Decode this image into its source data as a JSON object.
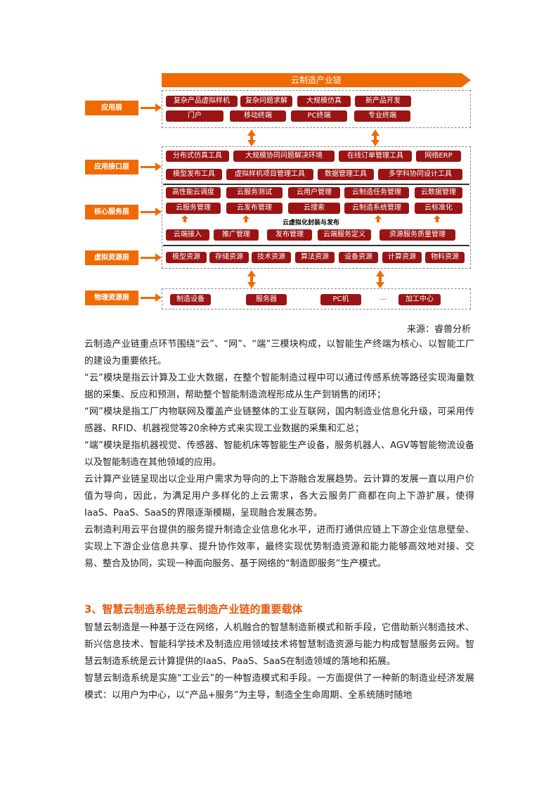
{
  "diagram": {
    "banner": "云制造产业链",
    "layers": {
      "application": "应用层",
      "interface": "应用接口层",
      "core": "核心服务层",
      "virtual": "虚拟资源层",
      "physical": "物理资源层"
    },
    "app_row1": [
      "复杂产品虚拟样机",
      "复杂问题求解",
      "大规模仿真",
      "新产品开发"
    ],
    "app_row2": [
      "门户",
      "移动终端",
      "PC终端",
      "专业终端"
    ],
    "iface_row1": [
      "分布式仿真工具",
      "大规模协同问题解决环境",
      "在线订单管理工具",
      "网络ERP"
    ],
    "iface_row2": [
      "模型发布工具",
      "虚拟样机项目管理工具",
      "数据管理工具",
      "多学科协同设计工具"
    ],
    "core_row1": [
      "高性能云调度",
      "云服务测试",
      "云用户管理",
      "云制造任务管理",
      "云数据管理"
    ],
    "core_row2": [
      "云服务管理",
      "云发布管理",
      "云搜索",
      "云制造系统管理",
      "云标准化"
    ],
    "core_caption": "云虚拟化封装与发布",
    "core_row3": [
      "云端接入",
      "推广管理",
      "发布管理",
      "云端服务定义",
      "资源服务质量管理"
    ],
    "virtual_row": [
      "模型资源",
      "存储资源",
      "技术资源",
      "算法资源",
      "设备资源",
      "计算资源",
      "物料资源"
    ],
    "physical_row": [
      "制造设备",
      "服务器",
      "PC机",
      "加工中心"
    ],
    "physical_ellipsis": "…"
  },
  "source": "来源：睿兽分析",
  "paragraphs_a": [
    "云制造产业链重点环节围绕“云”、“网”、“端”三模块构成，以智能生产终端为核心、以智能工厂的建设为重要依托。",
    "“云”模块是指云计算及工业大数据，在整个智能制造过程中可以通过传感系统等路径实现海量数据的采集、反应和预测，帮助整个智能制造流程形成从生产到销售的闭环；",
    "“网”模块是指工厂内物联网及覆盖产业链整体的工业互联网，国内制造业信息化升级，可采用传感器、RFID、机器视觉等20余种方式来实现工业数据的采集和汇总；",
    "“端”模块是指机器视觉、传感器、智能机床等智能生产设备，服务机器人、AGV等智能物流设备以及智能制造在其他领域的应用。",
    "云计算产业链呈现出以企业用户需求为导向的上下游融合发展趋势。云计算的发展一直以用户价值为导向，因此，为满足用户多样化的上云需求，各大云服务厂商都在向上下游扩展，使得IaaS、PaaS、SaaS的界限逐渐模糊，呈现融合发展态势。",
    "云制造利用云平台提供的服务提升制造企业信息化水平，进而打通供应链上下游企业信息壁垒、实现上下游企业信息共享、提升协作效率，最终实现优势制造资源和能力能够高效地对接、交易、整合及协同，实现一种面向服务、基于网络的“制造即服务”生产模式。"
  ],
  "heading": "3、智慧云制造系统是云制造产业链的重要载体",
  "paragraphs_b": [
    "智慧云制造是一种基于泛在网络，人机融合的智慧制造新模式和新手段，它借助新兴制造技术、新兴信息技术、智能科学技术及制造应用领域技术将智慧制造资源与能力构成智慧服务云网。智慧云制造系统是云计算提供的IaaS、PaaS、SaaS在制造领域的落地和拓展。",
    "智慧云制造系统是实施“工业云”的一种智造模式和手段。一方面提供了一种新的制造业经济发展模式：以用户为中心，以“产品+服务”为主导，制造全生命周期、全系统随时随地"
  ]
}
